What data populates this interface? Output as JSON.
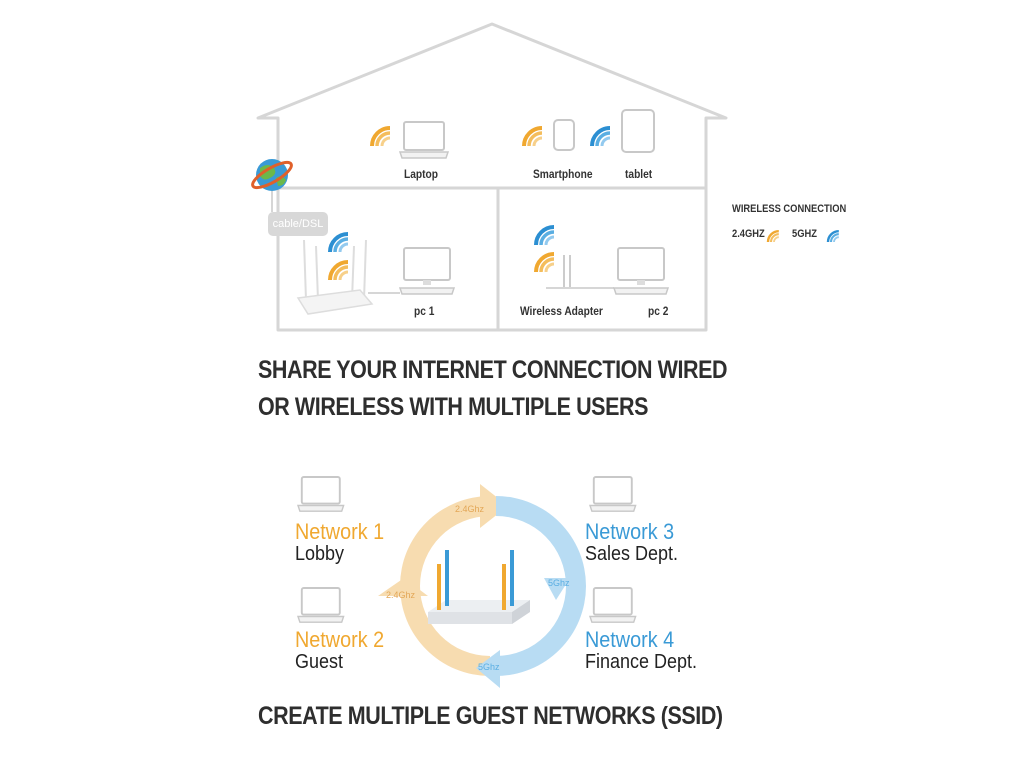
{
  "colors": {
    "ghz24": "#f0a830",
    "ghz5": "#3a9ad6",
    "ring24": "#f7dcb0",
    "ring5": "#b8dcf3",
    "outline": "#d8d8d8",
    "heading": "#2e2e2e"
  },
  "house": {
    "internet_icon": "globe-icon",
    "modem_label": "cable/DSL",
    "rooms": {
      "upstairs": {
        "devices": [
          {
            "label": "Laptop",
            "icon": "laptop-icon",
            "bands": [
              "2.4GHz"
            ]
          },
          {
            "label": "Smartphone",
            "icon": "smartphone-icon",
            "bands": [
              "2.4GHz"
            ]
          },
          {
            "label": "tablet",
            "icon": "tablet-icon",
            "bands": [
              "5GHz"
            ]
          }
        ]
      },
      "left_room": {
        "devices": [
          {
            "label": "",
            "icon": "router-icon",
            "bands": [
              "5GHz",
              "2.4GHz"
            ]
          },
          {
            "label": "pc 1",
            "icon": "desktop-pc-icon",
            "bands": []
          }
        ]
      },
      "right_room": {
        "devices": [
          {
            "label": "Wireless Adapter",
            "icon": "wireless-adapter-icon",
            "bands": [
              "5GHz",
              "2.4GHz"
            ]
          },
          {
            "label": "pc 2",
            "icon": "desktop-pc-icon",
            "bands": []
          }
        ]
      }
    }
  },
  "legend": {
    "title": "WIRELESS CONNECTION",
    "items": [
      {
        "label": "2.4GHZ",
        "icon": "wifi-icon",
        "color": "#f0a830"
      },
      {
        "label": "5GHZ",
        "icon": "wifi-icon",
        "color": "#3a9ad6"
      }
    ]
  },
  "heading1": {
    "line1": "SHARE YOUR INTERNET CONNECTION WIRED",
    "line2": "OR WIRELESS WITH MULTIPLE USERS"
  },
  "ssid": {
    "networks": [
      {
        "title": "Network 1",
        "subtitle": "Lobby",
        "band": "2.4GHz"
      },
      {
        "title": "Network 2",
        "subtitle": "Guest",
        "band": "2.4GHz"
      },
      {
        "title": "Network 3",
        "subtitle": "Sales Dept.",
        "band": "5GHz"
      },
      {
        "title": "Network 4",
        "subtitle": "Finance Dept.",
        "band": "5GHz"
      }
    ],
    "arrow_labels": {
      "top": "2.4Ghz",
      "left": "2.4Ghz",
      "right": "5Ghz",
      "bottom": "5Ghz"
    }
  },
  "heading2": "CREATE MULTIPLE GUEST NETWORKS (SSID)"
}
